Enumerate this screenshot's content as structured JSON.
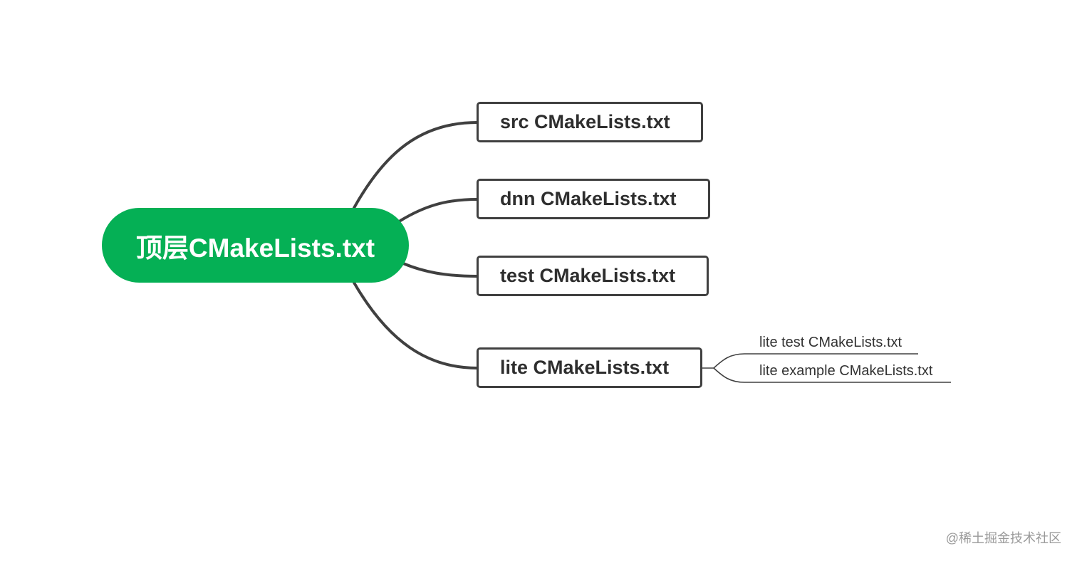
{
  "root": {
    "label": "顶层CMakeLists.txt",
    "color": "#05b055"
  },
  "branches": [
    {
      "label": "src CMakeLists.txt"
    },
    {
      "label": "dnn CMakeLists.txt"
    },
    {
      "label": "test CMakeLists.txt"
    },
    {
      "label": "lite CMakeLists.txt",
      "children": [
        {
          "label": "lite test CMakeLists.txt"
        },
        {
          "label": "lite example CMakeLists.txt"
        }
      ]
    }
  ],
  "watermark": "@稀土掘金技术社区",
  "colors": {
    "line": "#404040",
    "text": "#2e2e2e"
  }
}
